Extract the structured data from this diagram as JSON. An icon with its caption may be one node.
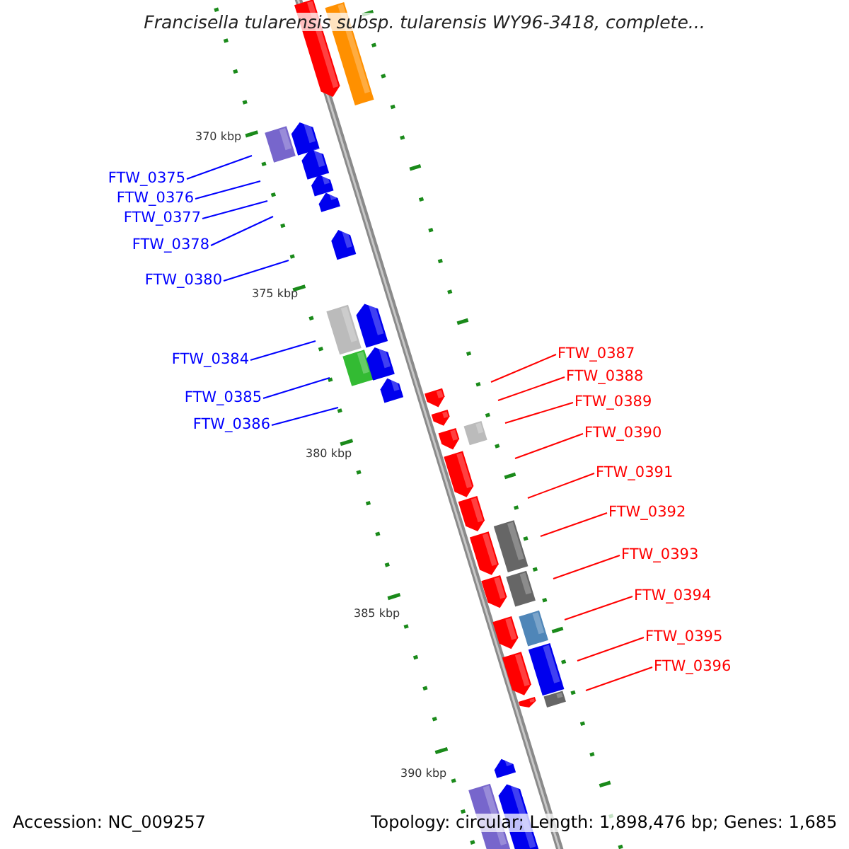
{
  "diagram": {
    "title": "Francisella tularensis subsp. tularensis WY96-3418, complete...",
    "nodes": [
      {
        "text": [
          "FTW_0375"
        ]
      },
      {
        "text": [
          "FTW_0376"
        ]
      },
      {
        "text": [
          "FTW_0377"
        ]
      },
      {
        "text": [
          "FTW_0378"
        ]
      },
      {
        "text": [
          "FTW_0380"
        ]
      },
      {
        "text": [
          "FTW_0384"
        ]
      },
      {
        "text": [
          "FTW_0385"
        ]
      },
      {
        "text": [
          "FTW_0386"
        ]
      },
      {
        "text": [
          "FTW_0387"
        ]
      },
      {
        "text": [
          "FTW_0388"
        ]
      },
      {
        "text": [
          "FTW_0389"
        ]
      },
      {
        "text": [
          "FTW_0390"
        ]
      },
      {
        "text": [
          "FTW_0391"
        ]
      },
      {
        "text": [
          "FTW_0392"
        ]
      },
      {
        "text": [
          "FTW_0393"
        ]
      },
      {
        "text": [
          "FTW_0394"
        ]
      },
      {
        "text": [
          "FTW_0395"
        ]
      },
      {
        "text": [
          "FTW_0396"
        ]
      }
    ],
    "edges": [
      {
        "from": 0,
        "to": null,
        "arrow": "none",
        "color": "#0000ff"
      },
      {
        "from": 1,
        "to": null,
        "arrow": "none",
        "color": "#0000ff"
      },
      {
        "from": 2,
        "to": null,
        "arrow": "none",
        "color": "#0000ff"
      },
      {
        "from": 3,
        "to": null,
        "arrow": "none",
        "color": "#0000ff"
      },
      {
        "from": 4,
        "to": null,
        "arrow": "none",
        "color": "#0000ff"
      },
      {
        "from": 5,
        "to": null,
        "arrow": "none",
        "color": "#0000ff"
      },
      {
        "from": 6,
        "to": null,
        "arrow": "none",
        "color": "#0000ff"
      },
      {
        "from": 7,
        "to": null,
        "arrow": "none",
        "color": "#0000ff"
      },
      {
        "from": 8,
        "to": null,
        "arrow": "none"
      },
      {
        "from": 9,
        "to": null,
        "arrow": "none"
      },
      {
        "from": 10,
        "to": null,
        "arrow": "none"
      },
      {
        "from": 11,
        "to": null,
        "arrow": "none"
      },
      {
        "from": 12,
        "to": null,
        "arrow": "none"
      },
      {
        "from": 13,
        "to": null,
        "arrow": "none"
      },
      {
        "from": 14,
        "to": null,
        "arrow": "none"
      },
      {
        "from": 15,
        "to": null,
        "arrow": "none"
      },
      {
        "from": 16,
        "to": null,
        "arrow": "none"
      },
      {
        "from": 17,
        "to": null,
        "arrow": "none"
      }
    ],
    "labels": [
      "370 kbp",
      "375 kbp",
      "380 kbp",
      "385 kbp",
      "390 kbp",
      "Accession: NC_009257",
      "Topology: circular; Length: 1,898,476 bp; Genes: 1,685"
    ]
  }
}
